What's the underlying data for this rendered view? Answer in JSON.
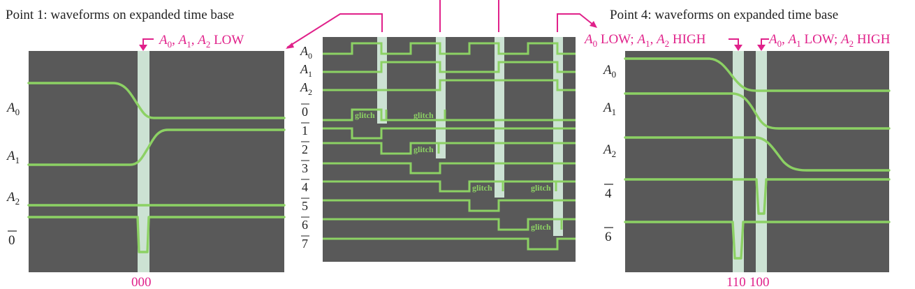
{
  "captions": {
    "left_title": "Point 1: waveforms on expanded time base",
    "right_title": "Point 4: waveforms on expanded time base",
    "left_note": "A0, A1, A2 LOW",
    "right_note_a": "A0 LOW; A1, A2 HIGH",
    "right_note_b": "A0, A1 LOW; A2 HIGH",
    "left_code": "000",
    "right_code_a": "110",
    "right_code_b": "100",
    "glitch": "glitch"
  },
  "left_panel": {
    "signals": [
      "A0",
      "A1",
      "A2",
      "0̄"
    ]
  },
  "middle_panel": {
    "signals": [
      "A0",
      "A1",
      "A2",
      "0̄",
      "1̄",
      "2̄",
      "3̄",
      "4̄",
      "5̄",
      "6̄",
      "7̄"
    ]
  },
  "right_panel": {
    "signals": [
      "A0",
      "A1",
      "A2",
      "4̄",
      "6̄"
    ]
  },
  "colors": {
    "waveform": "#8cd164",
    "panel_bg": "#595959",
    "highlight": "#d6eedd",
    "annotation": "#e0218a"
  }
}
